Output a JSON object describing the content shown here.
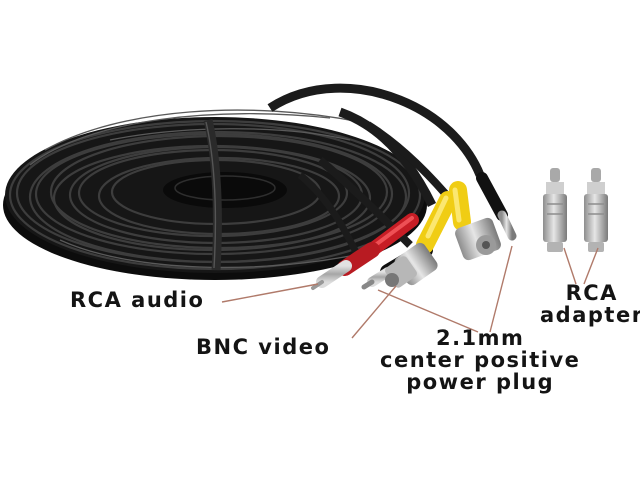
{
  "photo": {
    "subject": "coiled-black-cctv-cable",
    "colors": {
      "background": "#ffffff",
      "cable": "#151515",
      "cable_highlight": "#4a4a4a",
      "rca_red": "#d8202a",
      "rca_yellow": "#f2d21a",
      "metal": "#c9c9c9",
      "metal_dark": "#8d8d8d",
      "pointer_line": "#b07a6a",
      "label_text": "#141414"
    }
  },
  "labels": {
    "rca_audio": "RCA audio",
    "bnc_video": "BNC video",
    "power_plug": {
      "line1": "2.1mm",
      "line2": "center positive",
      "line3": "power plug"
    },
    "rca_adapter": {
      "line1": "RCA",
      "line2": "adapter"
    }
  }
}
